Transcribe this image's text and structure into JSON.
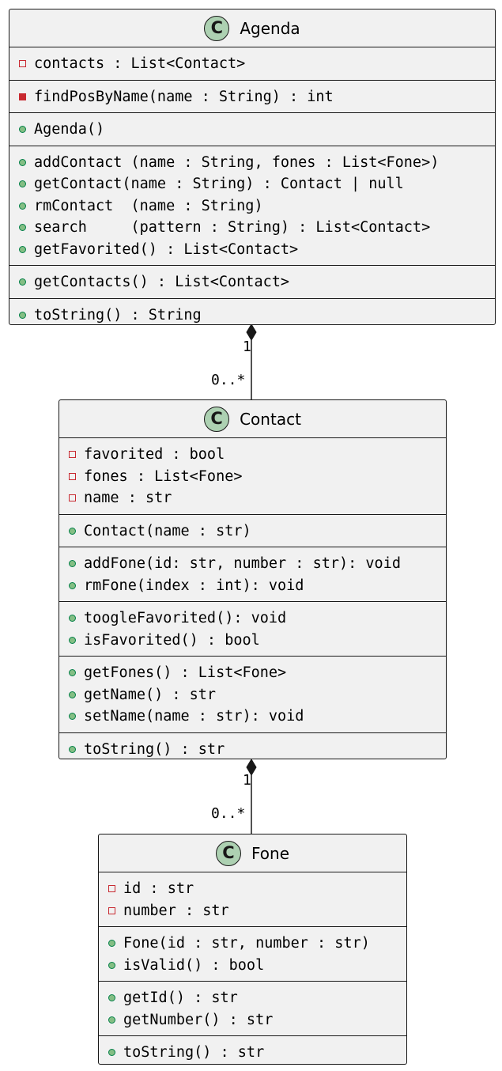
{
  "classes": {
    "agenda": {
      "name": "Agenda",
      "badge": "C",
      "sections": [
        [
          {
            "vis": "priv-field",
            "text": "contacts : List<Contact>"
          }
        ],
        [
          {
            "vis": "priv-method",
            "text": "findPosByName(name : String) : int"
          }
        ],
        [
          {
            "vis": "pub",
            "text": "Agenda()"
          }
        ],
        [
          {
            "vis": "pub",
            "text": "addContact (name : String, fones : List<Fone>)"
          },
          {
            "vis": "pub",
            "text": "getContact(name : String) : Contact | null"
          },
          {
            "vis": "pub",
            "text": "rmContact  (name : String)"
          },
          {
            "vis": "pub",
            "text": "search     (pattern : String) : List<Contact>"
          },
          {
            "vis": "pub",
            "text": "getFavorited() : List<Contact>"
          }
        ],
        [
          {
            "vis": "pub",
            "text": "getContacts() : List<Contact>"
          }
        ],
        [
          {
            "vis": "pub",
            "text": "toString() : String"
          }
        ]
      ]
    },
    "contact": {
      "name": "Contact",
      "badge": "C",
      "sections": [
        [
          {
            "vis": "priv-field",
            "text": "favorited : bool"
          },
          {
            "vis": "priv-field",
            "text": "fones : List<Fone>"
          },
          {
            "vis": "priv-field",
            "text": "name : str"
          }
        ],
        [
          {
            "vis": "pub",
            "text": "Contact(name : str)"
          }
        ],
        [
          {
            "vis": "pub",
            "text": "addFone(id: str, number : str): void"
          },
          {
            "vis": "pub",
            "text": "rmFone(index : int): void"
          }
        ],
        [
          {
            "vis": "pub",
            "text": "toogleFavorited(): void"
          },
          {
            "vis": "pub",
            "text": "isFavorited() : bool"
          }
        ],
        [
          {
            "vis": "pub",
            "text": "getFones() : List<Fone>"
          },
          {
            "vis": "pub",
            "text": "getName() : str"
          },
          {
            "vis": "pub",
            "text": "setName(name : str): void"
          }
        ],
        [
          {
            "vis": "pub",
            "text": "toString() : str"
          }
        ]
      ]
    },
    "fone": {
      "name": "Fone",
      "badge": "C",
      "sections": [
        [
          {
            "vis": "priv-field",
            "text": "id : str"
          },
          {
            "vis": "priv-field",
            "text": "number : str"
          }
        ],
        [
          {
            "vis": "pub",
            "text": "Fone(id : str, number : str)"
          },
          {
            "vis": "pub",
            "text": "isValid() : bool"
          }
        ],
        [
          {
            "vis": "pub",
            "text": "getId() : str"
          },
          {
            "vis": "pub",
            "text": "getNumber() : str"
          }
        ],
        [
          {
            "vis": "pub",
            "text": "toString() : str"
          }
        ]
      ]
    }
  },
  "relations": [
    {
      "from": "Agenda",
      "to": "Contact",
      "type": "composition",
      "source_mult": "1",
      "target_mult": "0..*"
    },
    {
      "from": "Contact",
      "to": "Fone",
      "type": "composition",
      "source_mult": "1",
      "target_mult": "0..*"
    }
  ]
}
